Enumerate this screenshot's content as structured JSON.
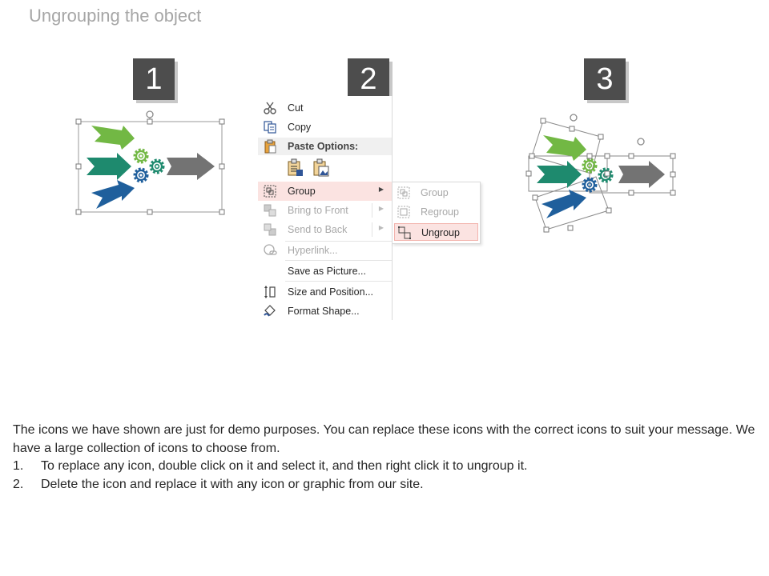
{
  "title": "Ungrouping the object",
  "steps": [
    "1",
    "2",
    "3"
  ],
  "context_menu": {
    "cut": "Cut",
    "copy": "Copy",
    "paste_options": "Paste Options:",
    "group": "Group",
    "bring_to_front": "Bring to Front",
    "send_to_back": "Send to Back",
    "hyperlink": "Hyperlink...",
    "save_as_picture": "Save as Picture...",
    "size_and_position": "Size and Position...",
    "format_shape": "Format Shape..."
  },
  "submenu": {
    "group": "Group",
    "regroup": "Regroup",
    "ungroup": "Ungroup"
  },
  "description": {
    "intro": "The icons we have shown are just for demo purposes. You can replace these icons with the correct icons to suit your message. We have a large collection of icons to choose from.",
    "items": [
      {
        "num": "1.",
        "text": "To replace any icon, double click on it and select it, and then right click it to ungroup it."
      },
      {
        "num": "2.",
        "text": "Delete the icon and replace it with any icon or graphic from our site."
      }
    ]
  },
  "colors": {
    "arrow_light_green": "#72b844",
    "arrow_teal": "#1e8a6e",
    "arrow_blue": "#1f5f9c",
    "arrow_gray": "#737373",
    "menu_highlight": "#fbe3e1"
  },
  "icons": [
    "scissors-icon",
    "copy-icon",
    "clipboard-icon",
    "group-icon",
    "bring-front-icon",
    "send-back-icon",
    "hyperlink-icon",
    "size-position-icon",
    "format-shape-icon",
    "gear-icon",
    "arrow-icon"
  ]
}
